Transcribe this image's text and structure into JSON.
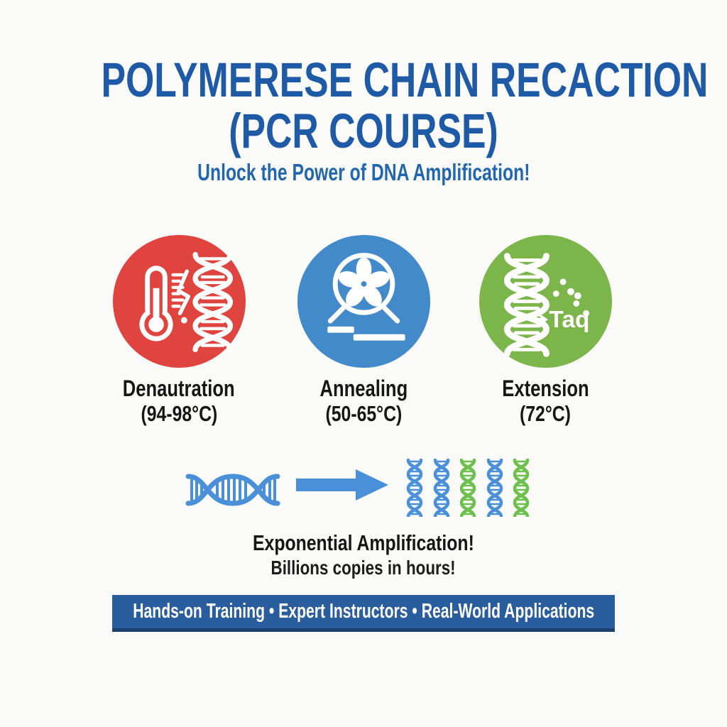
{
  "page": {
    "background": "#fafaf9"
  },
  "header": {
    "title_line1": "POLYMERESE CHAIN RECACTION",
    "title_line2": "(PCR COURSE)",
    "subtitle": "Unlock the Power of DNA Amplification!",
    "title_color": "#1e5aa6",
    "subtitle_color": "#2267ae"
  },
  "steps": [
    {
      "name": "Denautration",
      "temperature": "(94-98°C)",
      "icon": "thermometer-dna-icon",
      "circle_color": "#e0443e"
    },
    {
      "name": "Annealing",
      "temperature": "(50-65°C)",
      "icon": "cooling-fan-icon",
      "circle_color": "#428ac9"
    },
    {
      "name": "Extension",
      "temperature": "(72°C)",
      "icon": "dna-taq-polymerase-icon",
      "circle_color": "#7cb64a",
      "enzyme_label": "Taq"
    }
  ],
  "amplification": {
    "template_icon": "dna-strand-horizontal-icon",
    "arrow_icon": "arrow-right-icon",
    "arrow_color": "#4a90d8",
    "template_color": "#4a90d8",
    "copy_colors": [
      "#4a90d8",
      "#4a90d8",
      "#6dc04b",
      "#4a90d8",
      "#6dc04b"
    ],
    "headline": "Exponential Amplification!",
    "subtext": "Billions copies in hours!"
  },
  "footer": {
    "text": "Hands-on Training • Expert Instructors • Real-World Applications",
    "background": "#2a5d9d",
    "text_color": "#ffffff"
  }
}
